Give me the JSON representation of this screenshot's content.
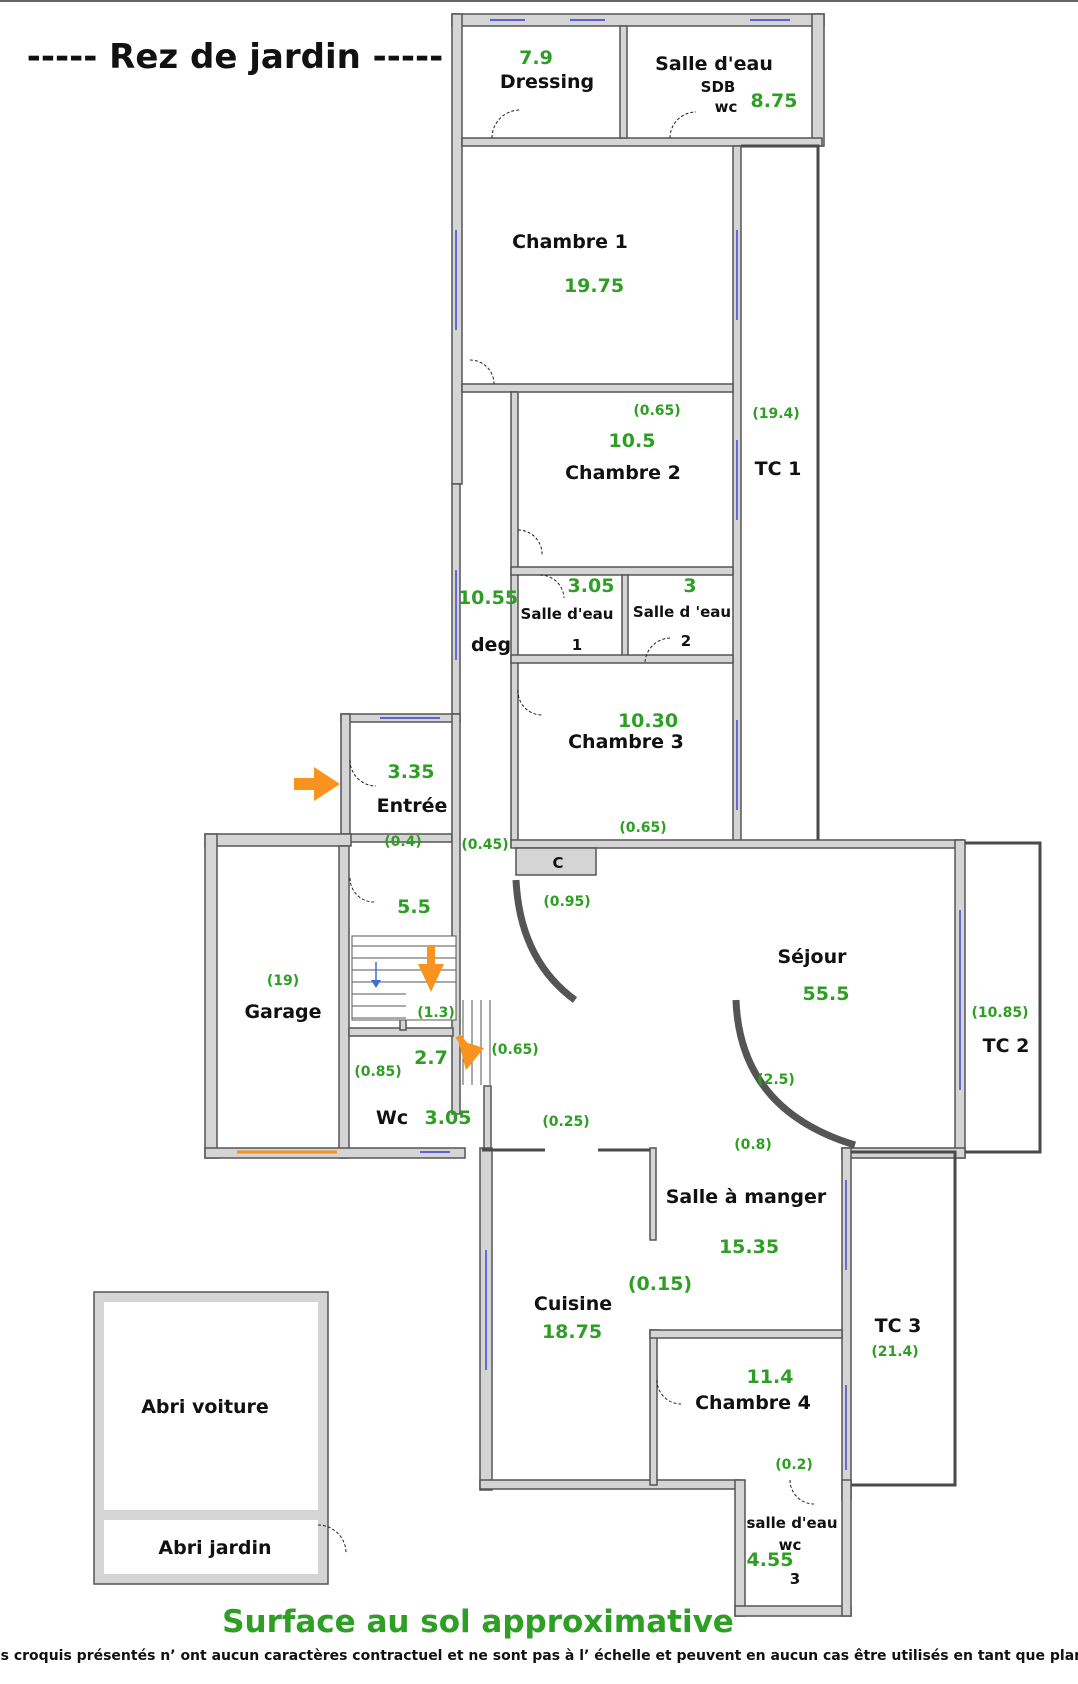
{
  "title": "----- Rez de jardin -----",
  "footer": {
    "surface": "Surface au sol approximative",
    "disclaimer": "Les croquis présentés n’ ont aucun caractères contractuel et ne sont pas à l’ échelle et peuvent en aucun cas être utilisés en tant que plans."
  },
  "colors": {
    "wall": "#d5d5d5",
    "wall_outline": "#555555",
    "area_text": "#2e9e24",
    "window": "#3b3bd6",
    "arrow": "#f7931e"
  },
  "rooms": {
    "dressing": {
      "name": "Dressing",
      "area": "7.9"
    },
    "salle_eau_top": {
      "name": "Salle d'eau",
      "sub1": "SDB",
      "sub2": "wc",
      "area": "8.75"
    },
    "chambre1": {
      "name": "Chambre 1",
      "area": "19.75"
    },
    "chambre2": {
      "name": "Chambre 2",
      "area": "10.5",
      "extra": "(0.65)"
    },
    "tc1": {
      "name": "TC 1",
      "area": "(19.4)"
    },
    "deg": {
      "name": "deg",
      "area": "10.55"
    },
    "salle_eau1": {
      "name": "Salle d'eau",
      "num": "1",
      "area": "3.05"
    },
    "salle_eau2": {
      "name": "Salle d 'eau",
      "num": "2",
      "area": "3"
    },
    "chambre3": {
      "name": "Chambre 3",
      "area": "10.30",
      "extra": "(0.65)"
    },
    "entree": {
      "name": "Entrée",
      "area": "3.35",
      "extra": "(0.4)"
    },
    "placard": {
      "name": "C",
      "extra": "(0.95)"
    },
    "deg_small": {
      "extra": "(0.45)"
    },
    "hall": {
      "area": "5.5"
    },
    "garage": {
      "name": "Garage",
      "area": "(19)"
    },
    "stairs": {
      "extra1": "(1.3)",
      "area": "2.7",
      "extra2": "(0.65)"
    },
    "wc": {
      "name": "Wc",
      "area": "3.05",
      "extra": "(0.85)"
    },
    "sejour": {
      "name": "Séjour",
      "area": "55.5",
      "extra1": "(2.5)",
      "extra2": "(0.8)",
      "extra3": "(0.25)"
    },
    "tc2": {
      "name": "TC 2",
      "area": "(10.85)"
    },
    "salle_manger": {
      "name": "Salle à manger",
      "area": "15.35"
    },
    "cuisine": {
      "name": "Cuisine",
      "area": "18.75",
      "extra": "(0.15)"
    },
    "tc3": {
      "name": "TC 3",
      "area": "(21.4)"
    },
    "chambre4": {
      "name": "Chambre 4",
      "area": "11.4",
      "extra": "(0.2)"
    },
    "salle_eau3": {
      "name": "salle d'eau",
      "sub": "wc",
      "num": "3",
      "area": "4.55"
    },
    "abri_voiture": {
      "name": "Abri voiture"
    },
    "abri_jardin": {
      "name": "Abri jardin"
    }
  }
}
